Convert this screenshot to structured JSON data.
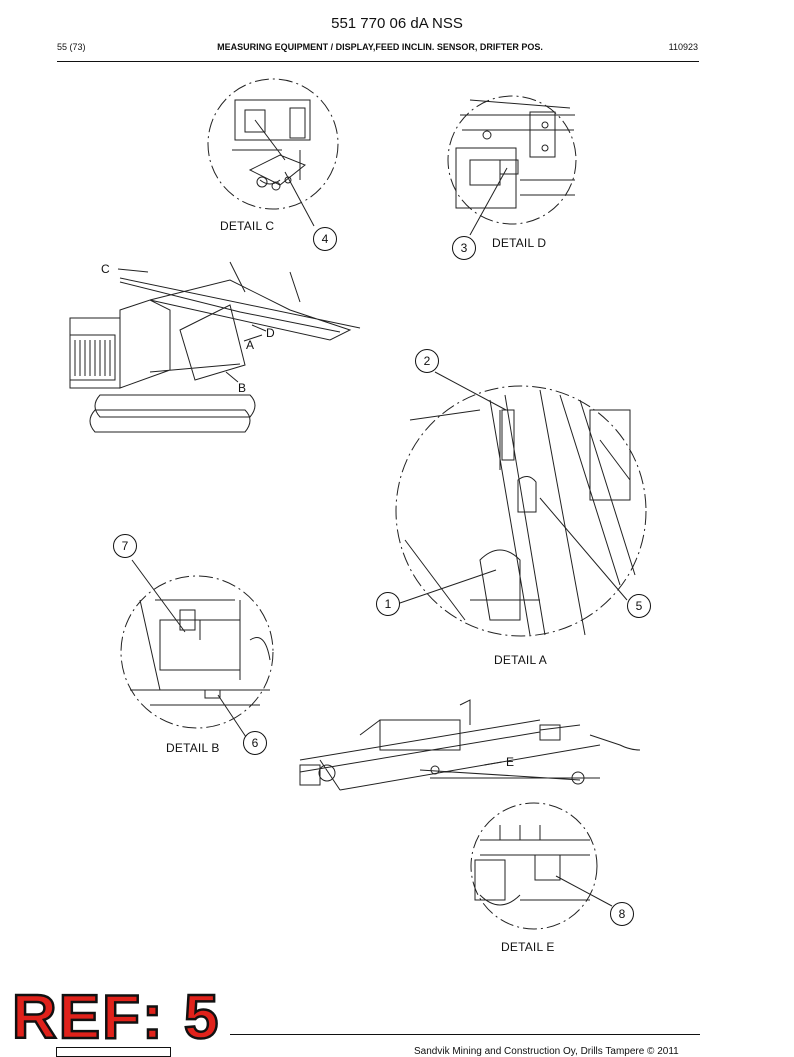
{
  "header": {
    "doc_title": "551 770 06 dA NSS",
    "page": "55 (73)",
    "section": "MEASURING EQUIPMENT / DISPLAY,FEED INCLIN. SENSOR, DRIFTER POS.",
    "date_code": "110923"
  },
  "details": {
    "c": "DETAIL C",
    "d": "DETAIL D",
    "a": "DETAIL A",
    "b": "DETAIL B",
    "e": "DETAIL E"
  },
  "view_letters": {
    "c": "C",
    "d": "D",
    "a": "A",
    "b": "B",
    "e": "E"
  },
  "callouts": {
    "n1": "1",
    "n2": "2",
    "n3": "3",
    "n4": "4",
    "n5": "5",
    "n6": "6",
    "n7": "7",
    "n8": "8"
  },
  "footer": {
    "ref_stamp": "REF: 5",
    "copyright": "Sandvik Mining and Construction Oy, Drills Tampere © 2011"
  }
}
